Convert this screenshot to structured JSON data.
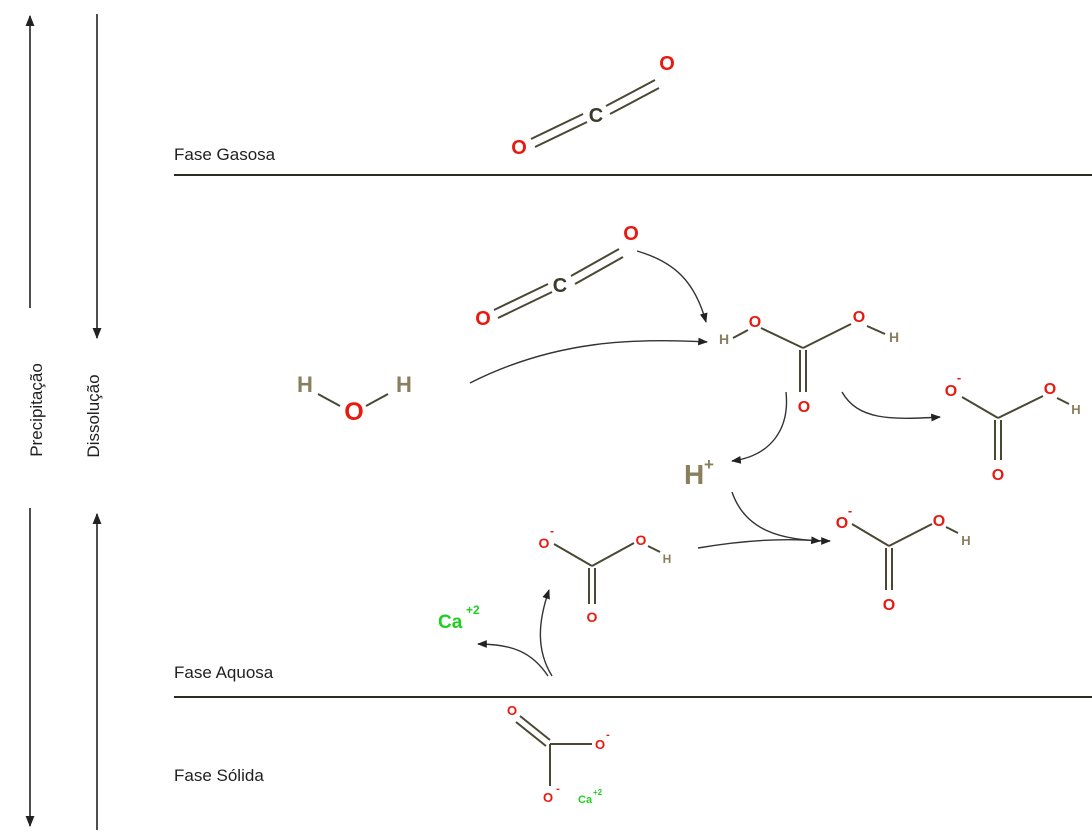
{
  "phases": {
    "gas": "Fase Gasosa",
    "aqueous": "Fase Aquosa",
    "solid": "Fase Sólida"
  },
  "axes": {
    "left": "Precipitação",
    "right": "Dissolução"
  },
  "atoms": {
    "oxygen": "O",
    "carbon": "C",
    "hydrogen": "H",
    "o_minus": "-",
    "h_plus": "+",
    "calcium": "Ca",
    "ca_charge": "+2"
  },
  "colors": {
    "oxygen": "#e8190f",
    "carbon": "#3b3a2c",
    "hydrogen": "#8a7f5d",
    "calcium": "#1fcf1f"
  }
}
